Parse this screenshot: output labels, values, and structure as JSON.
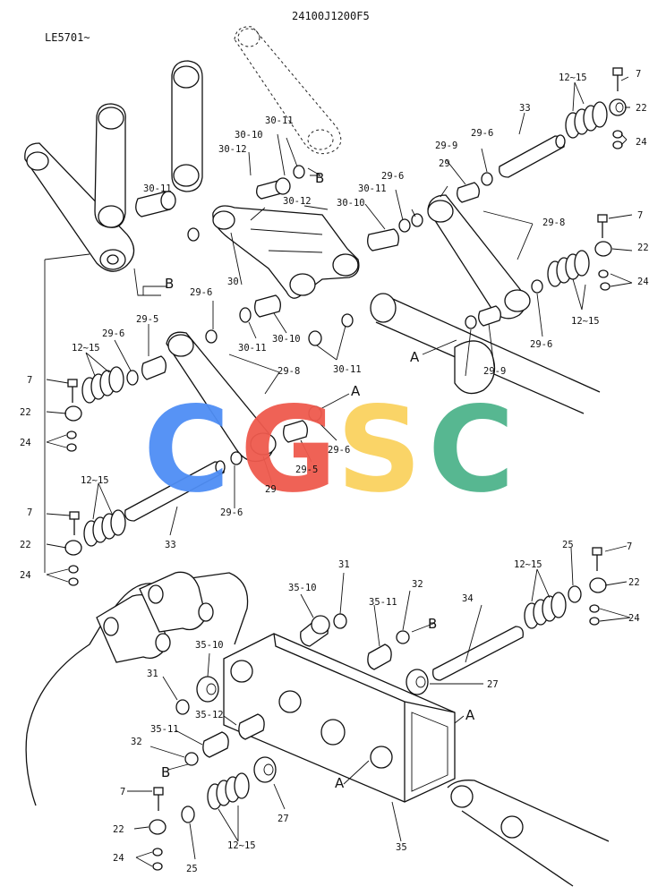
{
  "header": {
    "drawing_number": "24100J1200F5",
    "serial_range": "LE5701~"
  },
  "watermark": {
    "letters": [
      "C",
      "G",
      "S",
      "C"
    ],
    "colors": [
      "#4f8ef5",
      "#ef5a4e",
      "#fad25f",
      "#4fb48c"
    ]
  },
  "callouts": [
    {
      "id": "c1",
      "text": "12~15"
    },
    {
      "id": "c2",
      "text": "7"
    },
    {
      "id": "c3",
      "text": "22"
    },
    {
      "id": "c4",
      "text": "24"
    },
    {
      "id": "c5",
      "text": "33"
    },
    {
      "id": "c6",
      "text": "29-6"
    },
    {
      "id": "c7",
      "text": "29-9"
    },
    {
      "id": "c8",
      "text": "29"
    },
    {
      "id": "c9",
      "text": "29-8"
    },
    {
      "id": "c10",
      "text": "30-11"
    },
    {
      "id": "c11",
      "text": "30-10"
    },
    {
      "id": "c12",
      "text": "30-12"
    },
    {
      "id": "c13",
      "text": "B"
    },
    {
      "id": "c14",
      "text": "30-11"
    },
    {
      "id": "c15",
      "text": "30-12"
    },
    {
      "id": "c16",
      "text": "30-10"
    },
    {
      "id": "c17",
      "text": "30-11"
    },
    {
      "id": "c18",
      "text": "29-6"
    },
    {
      "id": "c19",
      "text": "30"
    },
    {
      "id": "c20",
      "text": "B"
    },
    {
      "id": "c21",
      "text": "7"
    },
    {
      "id": "c22",
      "text": "22"
    },
    {
      "id": "c23",
      "text": "24"
    },
    {
      "id": "c24",
      "text": "12~15"
    },
    {
      "id": "c25",
      "text": "29-6"
    },
    {
      "id": "c26",
      "text": "30-11"
    },
    {
      "id": "c27",
      "text": "30-10"
    },
    {
      "id": "c28",
      "text": "30-11"
    },
    {
      "id": "c29",
      "text": "A"
    },
    {
      "id": "c30",
      "text": "29-6"
    },
    {
      "id": "c31",
      "text": "29-9"
    },
    {
      "id": "c32",
      "text": "29-5"
    },
    {
      "id": "c33",
      "text": "29-6"
    },
    {
      "id": "c34",
      "text": "12~15"
    },
    {
      "id": "c35",
      "text": "29-8"
    },
    {
      "id": "c36",
      "text": "7"
    },
    {
      "id": "c37",
      "text": "22"
    },
    {
      "id": "c38",
      "text": "24"
    },
    {
      "id": "c39",
      "text": "A"
    },
    {
      "id": "c40",
      "text": "29-6"
    },
    {
      "id": "c41",
      "text": "29-5"
    },
    {
      "id": "c42",
      "text": "29"
    },
    {
      "id": "c43",
      "text": "12~15"
    },
    {
      "id": "c44",
      "text": "7"
    },
    {
      "id": "c45",
      "text": "22"
    },
    {
      "id": "c46",
      "text": "29-6"
    },
    {
      "id": "c47",
      "text": "33"
    },
    {
      "id": "c48",
      "text": "24"
    },
    {
      "id": "c49",
      "text": "35-10"
    },
    {
      "id": "c50",
      "text": "31"
    },
    {
      "id": "c51",
      "text": "32"
    },
    {
      "id": "c52",
      "text": "35-11"
    },
    {
      "id": "c53",
      "text": "B"
    },
    {
      "id": "c54",
      "text": "34"
    },
    {
      "id": "c55",
      "text": "12~15"
    },
    {
      "id": "c56",
      "text": "25"
    },
    {
      "id": "c57",
      "text": "7"
    },
    {
      "id": "c58",
      "text": "22"
    },
    {
      "id": "c59",
      "text": "24"
    },
    {
      "id": "c60",
      "text": "27"
    },
    {
      "id": "c61",
      "text": "35-10"
    },
    {
      "id": "c62",
      "text": "31"
    },
    {
      "id": "c63",
      "text": "35-12"
    },
    {
      "id": "c64",
      "text": "35-11"
    },
    {
      "id": "c65",
      "text": "32"
    },
    {
      "id": "c66",
      "text": "B"
    },
    {
      "id": "c67",
      "text": "A"
    },
    {
      "id": "c68",
      "text": "A"
    },
    {
      "id": "c69",
      "text": "7"
    },
    {
      "id": "c70",
      "text": "22"
    },
    {
      "id": "c71",
      "text": "24"
    },
    {
      "id": "c72",
      "text": "25"
    },
    {
      "id": "c73",
      "text": "12~15"
    },
    {
      "id": "c74",
      "text": "27"
    },
    {
      "id": "c75",
      "text": "35"
    }
  ]
}
